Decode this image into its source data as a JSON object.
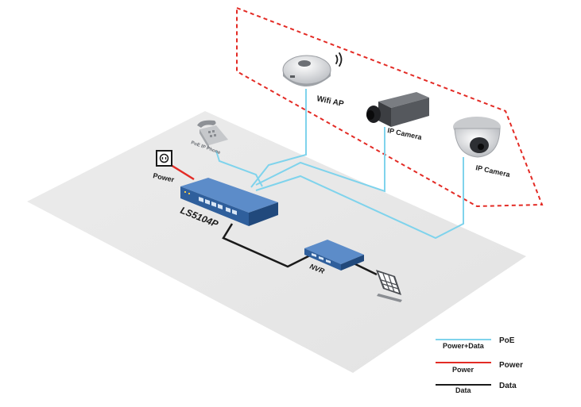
{
  "devices": {
    "wifi_ap": "Wifi AP",
    "ip_camera_box": "IP Camera",
    "ip_camera_dome": "IP Camera",
    "poe_ip_phone": "PoE IP Phone",
    "power": "Power",
    "switch_model": "LS5104P",
    "nvr": "NVR"
  },
  "legend": [
    {
      "name": "PoE",
      "sub": "Power+Data",
      "color": "#7fd3ec"
    },
    {
      "name": "Power",
      "sub": "Power",
      "color": "#e32b25"
    },
    {
      "name": "Data",
      "sub": "Data",
      "color": "#1a1a1a"
    }
  ],
  "colors": {
    "poe_line": "#7fd3ec",
    "power_line": "#e32b25",
    "data_line": "#1a1a1a",
    "wireless_zone_border": "#e32b25",
    "switch_body": "#3f6fae"
  }
}
